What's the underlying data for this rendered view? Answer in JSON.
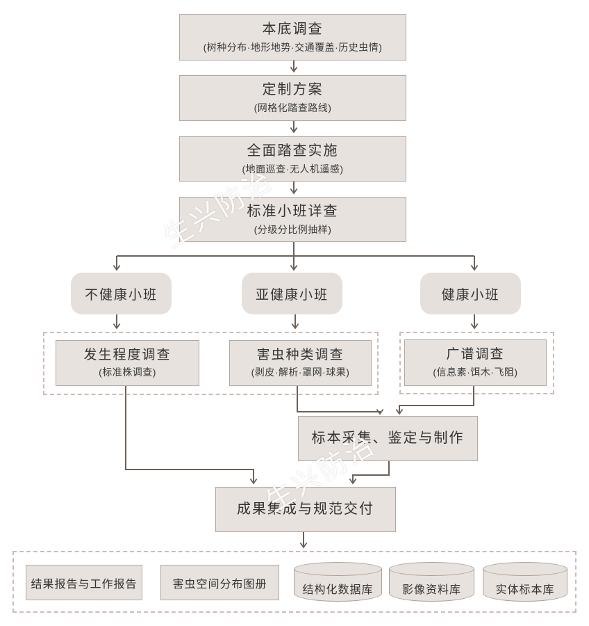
{
  "watermark": {
    "text": "生兴防治"
  },
  "colors": {
    "box_fill": "#e7e2de",
    "box_border": "#b2a8a3",
    "arrow": "#6d6057",
    "dashed_border": "#cdbbb7",
    "watermark": "#ffffff"
  },
  "flow": {
    "steps": [
      {
        "title": "本底调查",
        "subtitle": "(树种分布·地形地势·交通覆盖·历史虫情)"
      },
      {
        "title": "定制方案",
        "subtitle": "(网格化踏查路线)"
      },
      {
        "title": "全面踏查实施",
        "subtitle": "(地面巡查·无人机遥感)"
      },
      {
        "title": "标准小班详查",
        "subtitle": "(分级分比例抽样)"
      }
    ],
    "branches": [
      {
        "label": "不健康小班"
      },
      {
        "label": "亚健康小班"
      },
      {
        "label": "健康小班"
      }
    ],
    "surveys": [
      {
        "title": "发生程度调查",
        "subtitle": "(标准株调查)"
      },
      {
        "title": "害虫种类调查",
        "subtitle": "(剥皮·解析·罩网·球果)"
      },
      {
        "title": "广谱调查",
        "subtitle": "(信息素·饵木·飞阻)"
      }
    ],
    "specimen": {
      "title": "标本采集、鉴定与制作"
    },
    "integration": {
      "title": "成果集成与规范交付"
    },
    "deliverables": {
      "reports": [
        {
          "label": "结果报告与工作报告"
        },
        {
          "label": "害虫空间分布图册"
        }
      ],
      "databases": [
        {
          "label": "结构化数据库"
        },
        {
          "label": "影像资料库"
        },
        {
          "label": "实体标本库"
        }
      ]
    }
  }
}
